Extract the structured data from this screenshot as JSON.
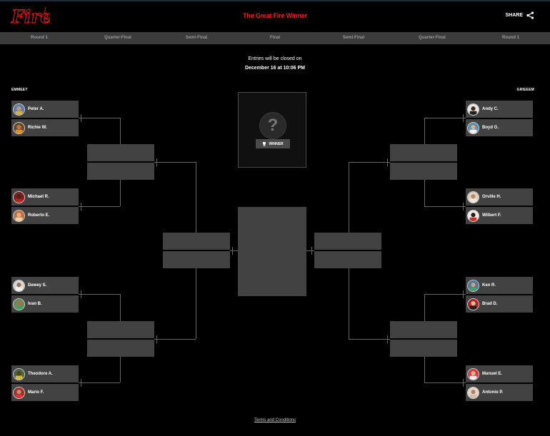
{
  "header": {
    "logo_text": "Fire",
    "title": "The Great Fire Winner",
    "share_label": "SHARE"
  },
  "rounds": [
    "Round 1",
    "Quarter-Final",
    "Semi-Final",
    "Final",
    "Semi-Final",
    "Quarter-Final",
    "Round 1"
  ],
  "closing": {
    "line1": "Entries will be closed on",
    "line2": "December 16 at 10:06 PM"
  },
  "teams": {
    "left": "EMMEET",
    "right": "GRIEEEM"
  },
  "winner": {
    "placeholder_glyph": "?",
    "label": "WINNER"
  },
  "players": {
    "p1": "Peter A.",
    "p2": "Richie W.",
    "p3": "Michael R.",
    "p4": "Roberto E.",
    "p5": "Dewey S.",
    "p6": "Ivan B.",
    "p7": "Theodore A.",
    "p8": "Mario F.",
    "p9": "Andy C.",
    "p10": "Boyd G.",
    "p11": "Orville H.",
    "p12": "Wilbert F.",
    "p13": "Ken R.",
    "p14": "Brad D.",
    "p15": "Manuel E.",
    "p16": "Antonio P."
  },
  "colors": {
    "accent": "#ff1a1a",
    "slot": "#424242",
    "roundbar": "#3b3b3b"
  },
  "footer": {
    "terms": "Terms and Conditions"
  }
}
